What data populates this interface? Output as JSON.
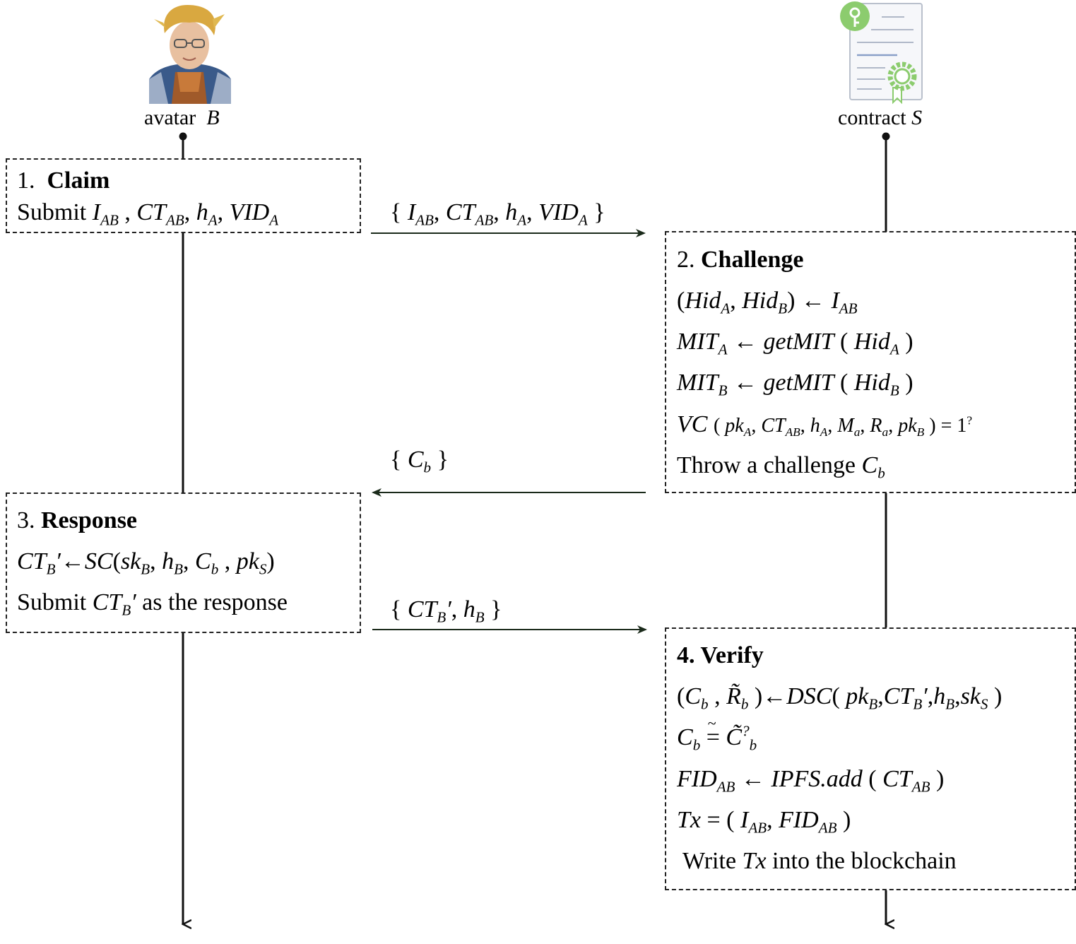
{
  "actors": {
    "left": {
      "label": "avatar",
      "symbol": "B"
    },
    "right": {
      "label": "contract",
      "symbol": "S"
    }
  },
  "steps": {
    "claim": {
      "number": "1.",
      "title": "Claim",
      "line1": "Submit I_AB , CT_AB, h_A, VID_A"
    },
    "challenge": {
      "number": "2.",
      "title": "Challenge",
      "lines": [
        "(Hid_A, Hid_B) ← I_AB",
        "MIT_A ← getMIT ( Hid_A )",
        "MIT_B ← getMIT ( Hid_B )",
        "VC ( pk_A, CT_AB, h_A, M_a, R_a, pk_B ) = 1?",
        "Throw a challenge C_b"
      ]
    },
    "response": {
      "number": "3.",
      "title": "Response",
      "lines": [
        "CT_B′←SC(sk_B, h_B, C_b , pk_S)",
        "Submit CT_B′ as the response"
      ]
    },
    "verify": {
      "number": "4.",
      "title": "Verify",
      "lines": [
        "(C_b , R_b )←DSC( pk_B,CT_B′,h_B,sk_S )",
        "C_b = C_b ?",
        "FID_AB ← IPFS.add ( CT_AB )",
        "Tx = ( I_AB, FID_AB )",
        "Write Tx into the blockchain"
      ]
    }
  },
  "messages": {
    "m1": "{ I_AB, CT_AB, h_A, VID_A }",
    "m2": "{ C_b }",
    "m3": "{ CT_B′, h_B }"
  },
  "text": {
    "submit": "Submit",
    "throw": "Throw a challenge",
    "as_response": "as the response",
    "write": "Write",
    "into_chain": "into the blockchain"
  }
}
